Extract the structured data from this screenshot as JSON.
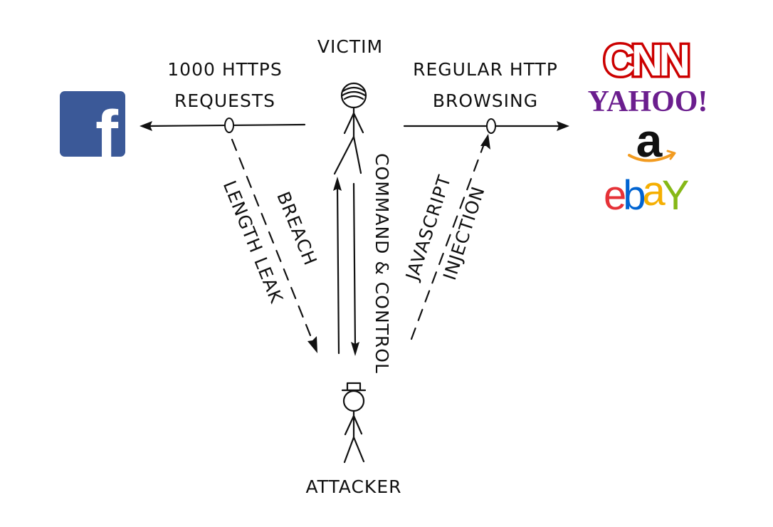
{
  "labels": {
    "victim": "VICTIM",
    "attacker": "ATTACKER",
    "https_line1": "1000 HTTPS",
    "https_line2": "REQUESTS",
    "http_line1": "REGULAR HTTP",
    "http_line2": "BROWSING",
    "breach_line1": "BREACH",
    "breach_line2": "LENGTH LEAK",
    "command_control": "COMMAND & CONTROL",
    "js_line1": "JAVASCRIPT",
    "js_line2": "INJECTION"
  },
  "logos": {
    "facebook": "f",
    "cnn": "CNN",
    "yahoo": "YAHOO!",
    "amazon": "a",
    "ebay": [
      "e",
      "b",
      "a",
      "Y"
    ]
  },
  "colors": {
    "facebook_blue": "#3b5998",
    "cnn_red": "#cc0000",
    "yahoo_purple": "#6b1e8e",
    "amazon_orange": "#f29b20",
    "ebay_red": "#e53238",
    "ebay_blue": "#0064d2",
    "ebay_yellow": "#f5af02",
    "ebay_green": "#86b817"
  }
}
